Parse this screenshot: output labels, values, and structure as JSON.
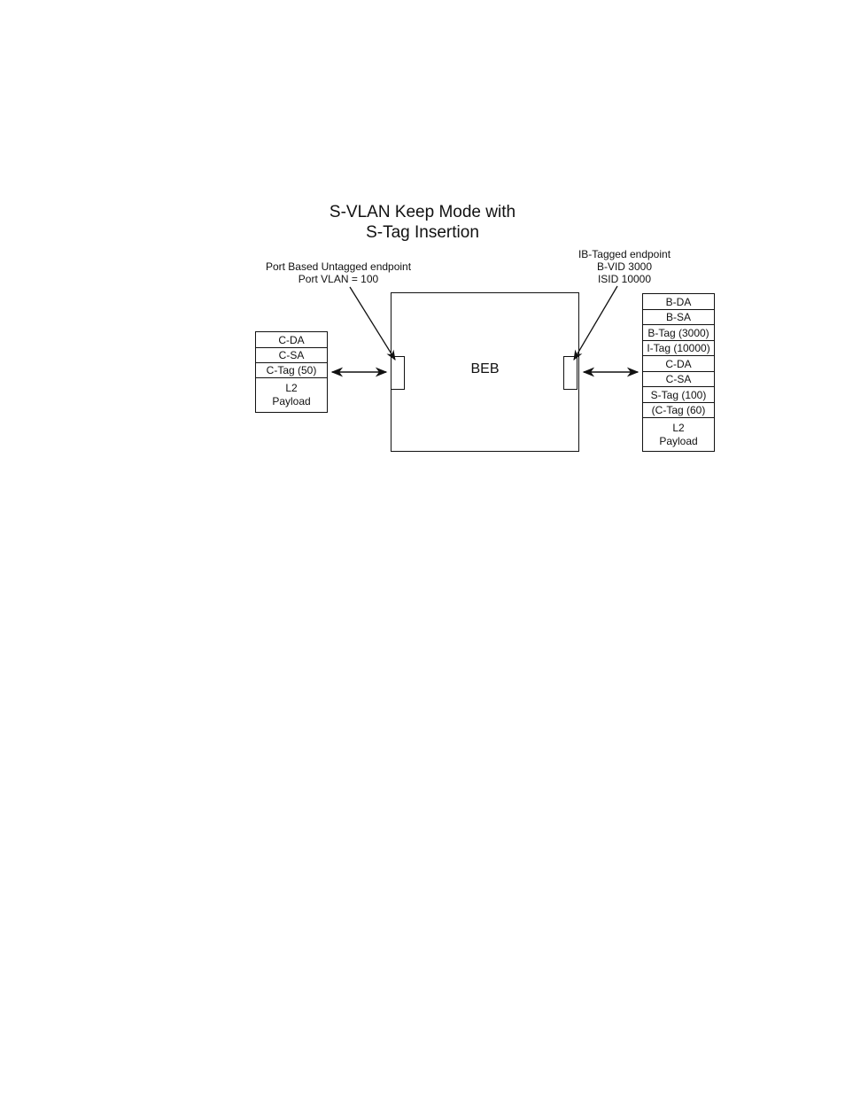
{
  "title": [
    "S-VLAN Keep Mode with",
    "S-Tag Insertion"
  ],
  "left_note": [
    "Port Based Untagged endpoint",
    "Port VLAN = 100"
  ],
  "right_note": [
    "IB-Tagged endpoint",
    "B-VID 3000",
    "ISID 10000"
  ],
  "center_label": "BEB",
  "left_frame": [
    "C-DA",
    "C-SA",
    "C-Tag (50)",
    "L2\nPayload"
  ],
  "right_frame": [
    "B-DA",
    "B-SA",
    "B-Tag (3000)",
    "I-Tag (10000)",
    "C-DA",
    "C-SA",
    "S-Tag (100)",
    "(C-Tag (60)",
    "L2\nPayload"
  ]
}
